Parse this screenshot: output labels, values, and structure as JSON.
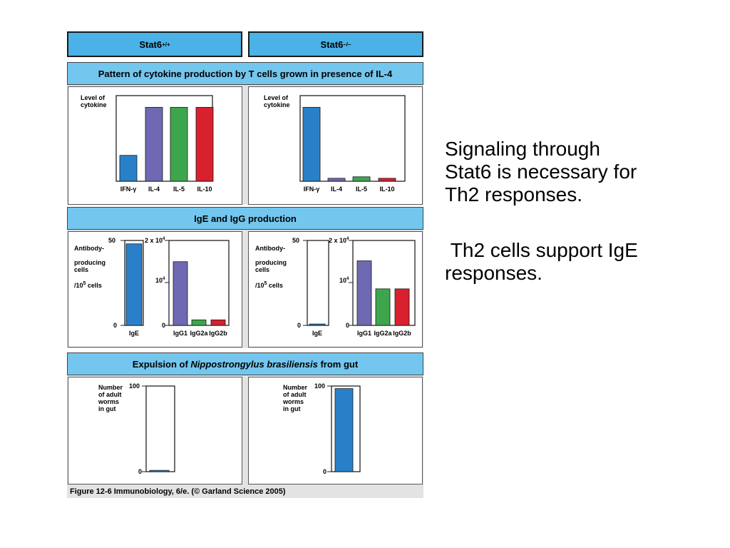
{
  "header": {
    "left": {
      "base": "Stat6",
      "sup": "+/+"
    },
    "right": {
      "base": "Stat6",
      "sup": "–/–"
    }
  },
  "sections": {
    "cytokine": {
      "title": "Pattern of cytokine production by T cells grown in presence of IL-4"
    },
    "antibody": {
      "title": "IgE and IgG production"
    },
    "expulsion": {
      "title_pre": "Expulsion of ",
      "title_italic": "Nippostrongylus brasiliensis",
      "title_post": " from gut"
    }
  },
  "labels": {
    "cytokine_y": "Level of\ncytokine",
    "antibody_y_line1": "Antibody-",
    "antibody_y_line2": "producing\ncells",
    "antibody_y_cells": "/10",
    "antibody_y_exp": "5",
    "antibody_y_tail": " cells",
    "worms_y": "Number\nof adult\nworms\nin gut",
    "tick_50": "50",
    "tick_0": "0",
    "tick_100": "100",
    "tick_2x": "2 x 10",
    "tick_2x_exp": "4",
    "tick_10": "10",
    "tick_10_exp": "4"
  },
  "caption": "Figure 12-6  Immunobiology, 6/e. (© Garland Science 2005)",
  "side_text": {
    "p1": "Signaling through\nStat6 is necessary for\nTh2 responses.",
    "p2": " Th2 cells support IgE\nresponses."
  },
  "colors": {
    "blue": "#2a80c8",
    "purple": "#6e69b2",
    "green": "#3da64d",
    "red": "#d8202e"
  },
  "chart_data": [
    {
      "type": "bar",
      "panel": "Stat6+/+ cytokine",
      "categories": [
        "IFN-γ",
        "IL-4",
        "IL-5",
        "IL-10"
      ],
      "values": [
        0.35,
        1.0,
        1.0,
        1.0
      ],
      "colors": [
        "#2a80c8",
        "#6e69b2",
        "#3da64d",
        "#d8202e"
      ],
      "ylim": [
        0,
        1.1
      ]
    },
    {
      "type": "bar",
      "panel": "Stat6-/- cytokine",
      "categories": [
        "IFN-γ",
        "IL-4",
        "IL-5",
        "IL-10"
      ],
      "values": [
        1.0,
        0.04,
        0.06,
        0.04
      ],
      "colors": [
        "#2a80c8",
        "#6e69b2",
        "#3da64d",
        "#d8202e"
      ],
      "ylim": [
        0,
        1.1
      ]
    },
    {
      "type": "bar",
      "panel": "Stat6+/+ IgE",
      "categories": [
        "IgE"
      ],
      "values": [
        48
      ],
      "colors": [
        "#2a80c8"
      ],
      "ylim": [
        0,
        50
      ]
    },
    {
      "type": "bar",
      "panel": "Stat6+/+ IgG",
      "categories": [
        "IgG1",
        "IgG2a",
        "IgG2b"
      ],
      "values": [
        15000,
        1300,
        1300
      ],
      "colors": [
        "#6e69b2",
        "#3da64d",
        "#d8202e"
      ],
      "ylim": [
        0,
        20000
      ]
    },
    {
      "type": "bar",
      "panel": "Stat6-/- IgE",
      "categories": [
        "IgE"
      ],
      "values": [
        0.8
      ],
      "colors": [
        "#2a80c8"
      ],
      "ylim": [
        0,
        50
      ]
    },
    {
      "type": "bar",
      "panel": "Stat6-/- IgG",
      "categories": [
        "IgG1",
        "IgG2a",
        "IgG2b"
      ],
      "values": [
        15200,
        8600,
        8600
      ],
      "colors": [
        "#6e69b2",
        "#3da64d",
        "#d8202e"
      ],
      "ylim": [
        0,
        20000
      ]
    },
    {
      "type": "bar",
      "panel": "Stat6+/+ worms",
      "categories": [
        ""
      ],
      "values": [
        1.5
      ],
      "colors": [
        "#2a80c8"
      ],
      "ylim": [
        0,
        100
      ]
    },
    {
      "type": "bar",
      "panel": "Stat6-/- worms",
      "categories": [
        ""
      ],
      "values": [
        97
      ],
      "colors": [
        "#2a80c8"
      ],
      "ylim": [
        0,
        100
      ]
    }
  ]
}
